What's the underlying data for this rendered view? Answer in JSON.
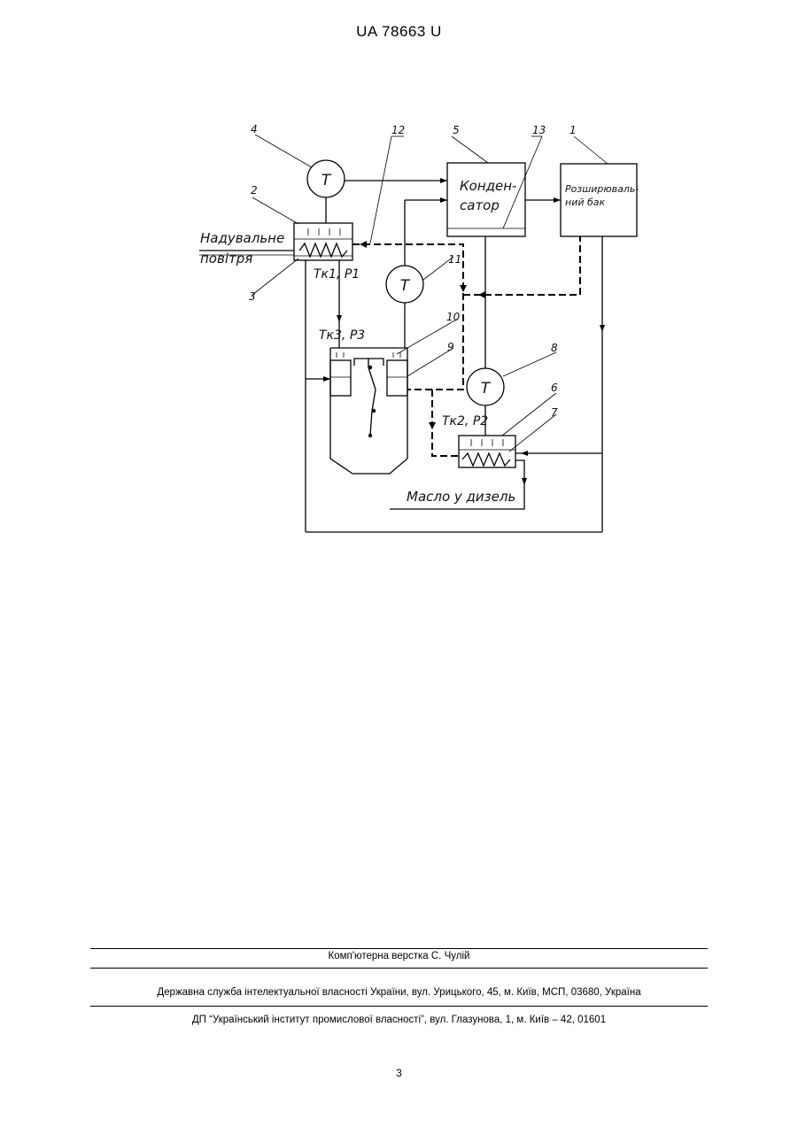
{
  "header": {
    "patent_code": "UA   78663   U"
  },
  "figure": {
    "callouts": {
      "n1": "1",
      "n2": "2",
      "n3": "3",
      "n4": "4",
      "n5": "5",
      "n6": "6",
      "n7": "7",
      "n8": "8",
      "n9": "9",
      "n10": "10",
      "n11": "11",
      "n12": "12",
      "n13": "13"
    },
    "thermometer_symbol": "T",
    "condenser_line1": "Конден-",
    "condenser_line2": "сатор",
    "tank_line1": "Розширюваль-",
    "tank_line2": "ний бак",
    "air_line1": "Надувальне",
    "air_line2": "повітря",
    "tk1": "Тк1,  Р1",
    "tk3": "Тк3,  Р3",
    "tk2": "Тк2,  Р2",
    "oil_label": "Масло у дизель"
  },
  "footer": {
    "typesetting": "Комп'ютерна верстка С. Чулій",
    "agency": "Державна служба інтелектуальної власності України, вул. Урицького, 45, м. Київ, МСП, 03680, Україна",
    "institute": "ДП “Український інститут промислової власності”, вул. Глазунова, 1, м. Київ – 42, 01601"
  },
  "page_number": "3"
}
